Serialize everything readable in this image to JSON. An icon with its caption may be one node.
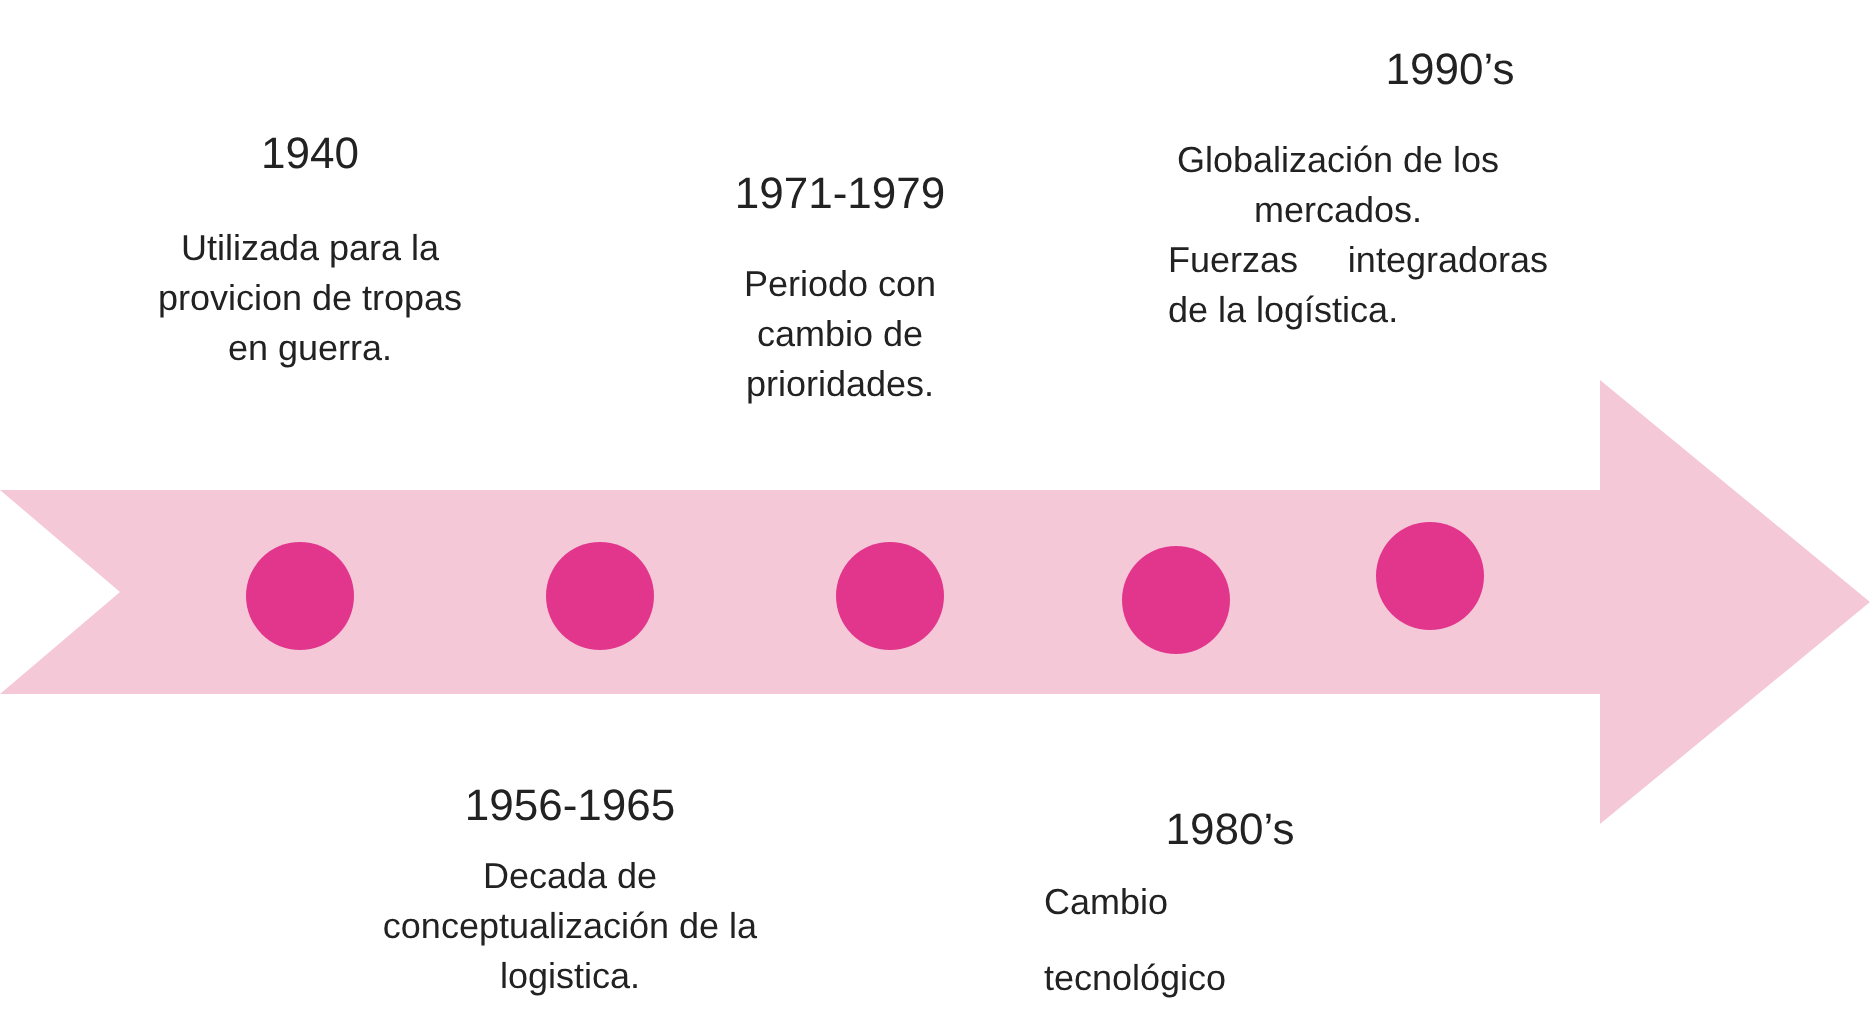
{
  "diagram": {
    "nodes": [
      {
        "text": [],
        "shape": "arrow"
      },
      {
        "text": [],
        "shape": "circle",
        "in": 0,
        "beside": [
          "1940",
          "Utilizada para la provicion de tropas en guerra."
        ]
      },
      {
        "text": [],
        "shape": "circle",
        "in": 0,
        "beside": [
          "1956-1965",
          "Decada de conceptualización de la logistica."
        ]
      },
      {
        "text": [],
        "shape": "circle",
        "in": 0,
        "beside": [
          "1971-1979",
          "Periodo con cambio de prioridades."
        ]
      },
      {
        "text": [],
        "shape": "circle",
        "in": 0,
        "beside": [
          "1980’s",
          "Cambio tecnológico"
        ]
      },
      {
        "text": [],
        "shape": "circle",
        "in": 0,
        "beside": [
          "1990’s",
          "Globalización de los mercados.",
          "Fuerzas integradoras de la logística."
        ]
      }
    ]
  }
}
